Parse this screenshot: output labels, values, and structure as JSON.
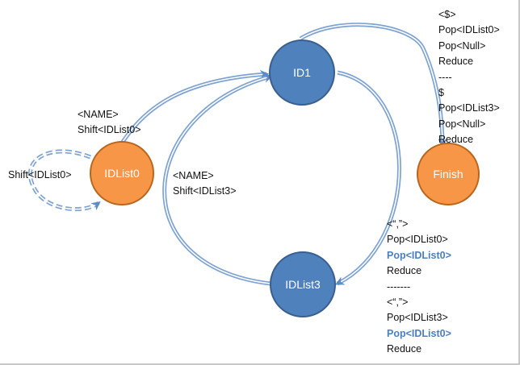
{
  "colors": {
    "state_fill": "#4f81bd",
    "final_fill": "#f79646",
    "edge": "#7ea3d3",
    "edge_inner": "#ffffff",
    "highlight": "#4a7fc1"
  },
  "nodes": {
    "id1": "ID1",
    "idlist0": "IDList0",
    "idlist3": "IDList3",
    "finish": "Finish"
  },
  "labels": {
    "idlist0_self": [
      "Shift<IDList0>"
    ],
    "idlist0_to_id1": [
      "<NAME>",
      "Shift<IDList0>"
    ],
    "idlist3_to_id1": [
      "<NAME>",
      "Shift<IDList3>"
    ],
    "id1_to_finish": [
      "<$>",
      "Pop<IDList0>",
      "Pop<Null>",
      "Reduce",
      "----",
      "$",
      "Pop<IDList3>",
      "Pop<Null>",
      "Reduce"
    ],
    "id1_to_idlist3": [
      "<“,”>",
      "Pop<IDList0>",
      "Pop<IDList0>",
      "Reduce",
      "-------",
      "<“,”>",
      "Pop<IDList3>",
      "Pop<IDList0>",
      "Reduce"
    ]
  },
  "highlighted_lines": {
    "id1_to_idlist3": [
      2,
      7
    ]
  }
}
